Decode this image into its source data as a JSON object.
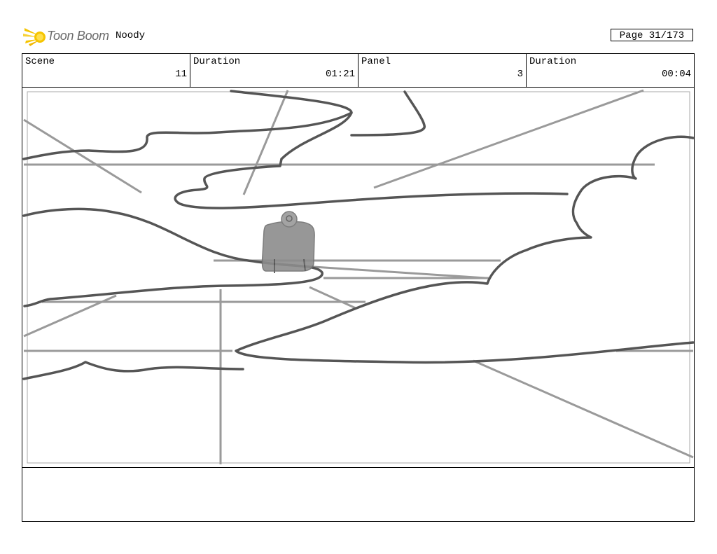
{
  "logo": {
    "text": "Toon Boom",
    "icon": "sun-burst-icon",
    "accent": "#f5c400"
  },
  "project": {
    "name": "Noody"
  },
  "page": {
    "label": "Page 31/173"
  },
  "header": {
    "scene_label": "Scene",
    "scene_value": "11",
    "scene_duration_label": "Duration",
    "scene_duration_value": "01:21",
    "panel_label": "Panel",
    "panel_value": "3",
    "panel_duration_label": "Duration",
    "panel_duration_value": "00:04"
  },
  "notes": {
    "text": ""
  },
  "colors": {
    "sketch_dark": "#555555",
    "sketch_light": "#9a9a9a",
    "frame": "#a8a8a8"
  }
}
